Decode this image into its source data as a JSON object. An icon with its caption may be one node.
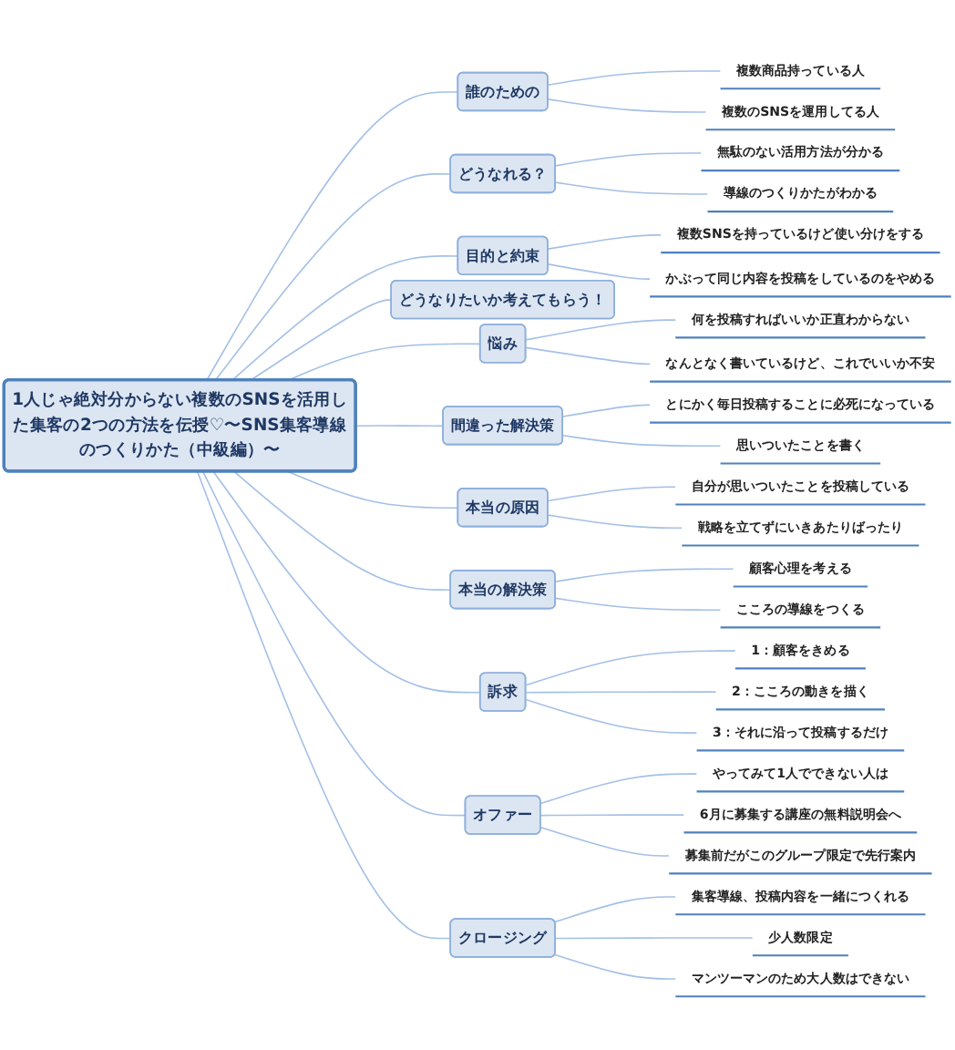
{
  "diagram": {
    "nodes": [
      {
        "text": [
          "1人じゃ絶対分からない複数のSNSを活用した集客の2つの方法を伝授♡〜SNS集客導線のつくりかた（中級編）〜"
        ]
      },
      {
        "text": [
          "誰のための"
        ]
      },
      {
        "text": [
          "複数商品持っている人"
        ]
      },
      {
        "text": [
          "複数のSNSを運用してる人"
        ]
      },
      {
        "text": [
          "どうなれる？"
        ]
      },
      {
        "text": [
          "無駄のない活用方法が分かる"
        ]
      },
      {
        "text": [
          "導線のつくりかたがわかる"
        ]
      },
      {
        "text": [
          "目的と約束"
        ]
      },
      {
        "text": [
          "複数SNSを持っているけど使い分けをする"
        ]
      },
      {
        "text": [
          "かぶって同じ内容を投稿をしているのをやめる"
        ]
      },
      {
        "text": [
          "どうなりたいか考えてもらう！"
        ]
      },
      {
        "text": [
          "悩み"
        ]
      },
      {
        "text": [
          "何を投稿すればいいか正直わからない"
        ]
      },
      {
        "text": [
          "なんとなく書いているけど、これでいいか不安"
        ]
      },
      {
        "text": [
          "間違った解決策"
        ]
      },
      {
        "text": [
          "とにかく毎日投稿することに必死になっている"
        ]
      },
      {
        "text": [
          "思いついたことを書く"
        ]
      },
      {
        "text": [
          "本当の原因"
        ]
      },
      {
        "text": [
          "自分が思いついたことを投稿している"
        ]
      },
      {
        "text": [
          "戦略を立てずにいきあたりばったり"
        ]
      },
      {
        "text": [
          "本当の解決策"
        ]
      },
      {
        "text": [
          "顧客心理を考える"
        ]
      },
      {
        "text": [
          "こころの導線をつくる"
        ]
      },
      {
        "text": [
          "訴求"
        ]
      },
      {
        "text": [
          "1：顧客をきめる"
        ]
      },
      {
        "text": [
          "2：こころの動きを描く"
        ]
      },
      {
        "text": [
          "3：それに沿って投稿するだけ"
        ]
      },
      {
        "text": [
          "オファー"
        ]
      },
      {
        "text": [
          "やってみて1人でできない人は"
        ]
      },
      {
        "text": [
          "6月に募集する講座の無料説明会へ"
        ]
      },
      {
        "text": [
          "募集前だがこのグループ限定で先行案内"
        ]
      },
      {
        "text": [
          "クロージング"
        ]
      },
      {
        "text": [
          "集客導線、投稿内容を一緒につくれる"
        ]
      },
      {
        "text": [
          "少人数限定"
        ]
      },
      {
        "text": [
          "マンツーマンのため大人数はできない"
        ]
      }
    ],
    "edges": [
      {
        "from": 0,
        "to": 1,
        "arrow": "none"
      },
      {
        "from": 1,
        "to": 2,
        "arrow": "none"
      },
      {
        "from": 1,
        "to": 3,
        "arrow": "none"
      },
      {
        "from": 0,
        "to": 4,
        "arrow": "none"
      },
      {
        "from": 4,
        "to": 5,
        "arrow": "none"
      },
      {
        "from": 4,
        "to": 6,
        "arrow": "none"
      },
      {
        "from": 0,
        "to": 7,
        "arrow": "none"
      },
      {
        "from": 7,
        "to": 8,
        "arrow": "none"
      },
      {
        "from": 7,
        "to": 9,
        "arrow": "none"
      },
      {
        "from": 0,
        "to": 10,
        "arrow": "none"
      },
      {
        "from": 0,
        "to": 11,
        "arrow": "none"
      },
      {
        "from": 11,
        "to": 12,
        "arrow": "none"
      },
      {
        "from": 11,
        "to": 13,
        "arrow": "none"
      },
      {
        "from": 0,
        "to": 14,
        "arrow": "none"
      },
      {
        "from": 14,
        "to": 15,
        "arrow": "none"
      },
      {
        "from": 14,
        "to": 16,
        "arrow": "none"
      },
      {
        "from": 0,
        "to": 17,
        "arrow": "none"
      },
      {
        "from": 17,
        "to": 18,
        "arrow": "none"
      },
      {
        "from": 17,
        "to": 19,
        "arrow": "none"
      },
      {
        "from": 0,
        "to": 20,
        "arrow": "none"
      },
      {
        "from": 20,
        "to": 21,
        "arrow": "none"
      },
      {
        "from": 20,
        "to": 22,
        "arrow": "none"
      },
      {
        "from": 0,
        "to": 23,
        "arrow": "none"
      },
      {
        "from": 23,
        "to": 24,
        "arrow": "none"
      },
      {
        "from": 23,
        "to": 25,
        "arrow": "none"
      },
      {
        "from": 23,
        "to": 26,
        "arrow": "none"
      },
      {
        "from": 0,
        "to": 27,
        "arrow": "none"
      },
      {
        "from": 27,
        "to": 28,
        "arrow": "none"
      },
      {
        "from": 27,
        "to": 29,
        "arrow": "none"
      },
      {
        "from": 27,
        "to": 30,
        "arrow": "none"
      },
      {
        "from": 0,
        "to": 31,
        "arrow": "none"
      },
      {
        "from": 31,
        "to": 32,
        "arrow": "none"
      },
      {
        "from": 31,
        "to": 33,
        "arrow": "none"
      },
      {
        "from": 31,
        "to": 34,
        "arrow": "none"
      }
    ]
  }
}
